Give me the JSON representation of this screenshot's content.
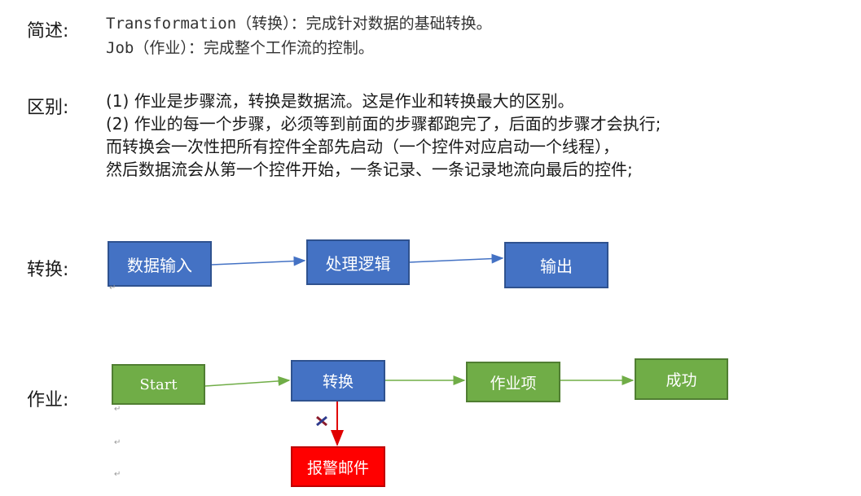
{
  "summary": {
    "label": "简述:",
    "line1": "Transformation（转换）：完成针对数据的基础转换。",
    "line2": "Job（作业）：完成整个工作流的控制。"
  },
  "difference": {
    "label": "区别:",
    "lines": [
      "(1) 作业是步骤流，转换是数据流。这是作业和转换最大的区别。",
      "(2) 作业的每一个步骤，必须等到前面的步骤都跑完了，后面的步骤才会执行;",
      "而转换会一次性把所有控件全部先启动（一个控件对应启动一个线程），",
      "然后数据流会从第一个控件开始，一条记录、一条记录地流向最后的控件;"
    ]
  },
  "transform_flow": {
    "label": "转换:",
    "nodes": [
      "数据输入",
      "处理逻辑",
      "输出"
    ]
  },
  "job_flow": {
    "label": "作业:",
    "nodes": [
      "Start",
      "转换",
      "作业项",
      "成功"
    ],
    "error_node": "报警邮件"
  },
  "colors": {
    "blue": "#4472c4",
    "green": "#70ad47",
    "red": "#ff0000"
  }
}
